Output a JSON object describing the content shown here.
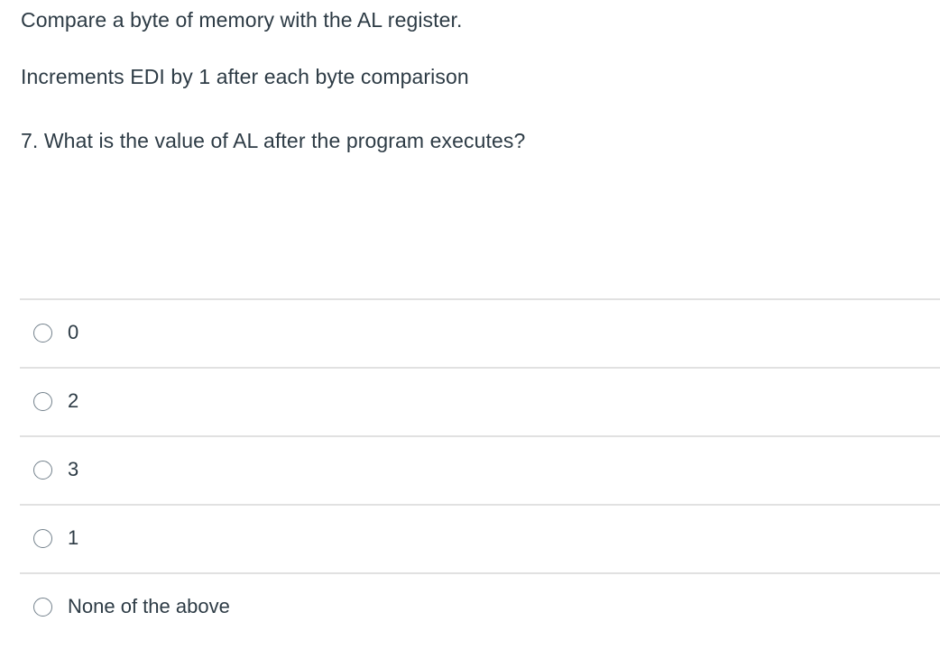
{
  "question": {
    "stem_lines": [
      "Compare a byte of memory with the AL register.",
      "Increments EDI by 1 after each byte comparison",
      "7. What is the value of AL after the program executes?"
    ],
    "number": "7",
    "prompt": "What is the value of AL after the program executes?"
  },
  "answers": {
    "selected": null,
    "options": [
      {
        "label": "0",
        "selected": false
      },
      {
        "label": "2",
        "selected": false
      },
      {
        "label": "3",
        "selected": false
      },
      {
        "label": "1",
        "selected": false
      },
      {
        "label": "None of the above",
        "selected": false
      }
    ]
  },
  "colors": {
    "text": "#2d3b45",
    "divider": "#e1e1e1",
    "radio_border": "#73818c",
    "background": "#ffffff"
  }
}
